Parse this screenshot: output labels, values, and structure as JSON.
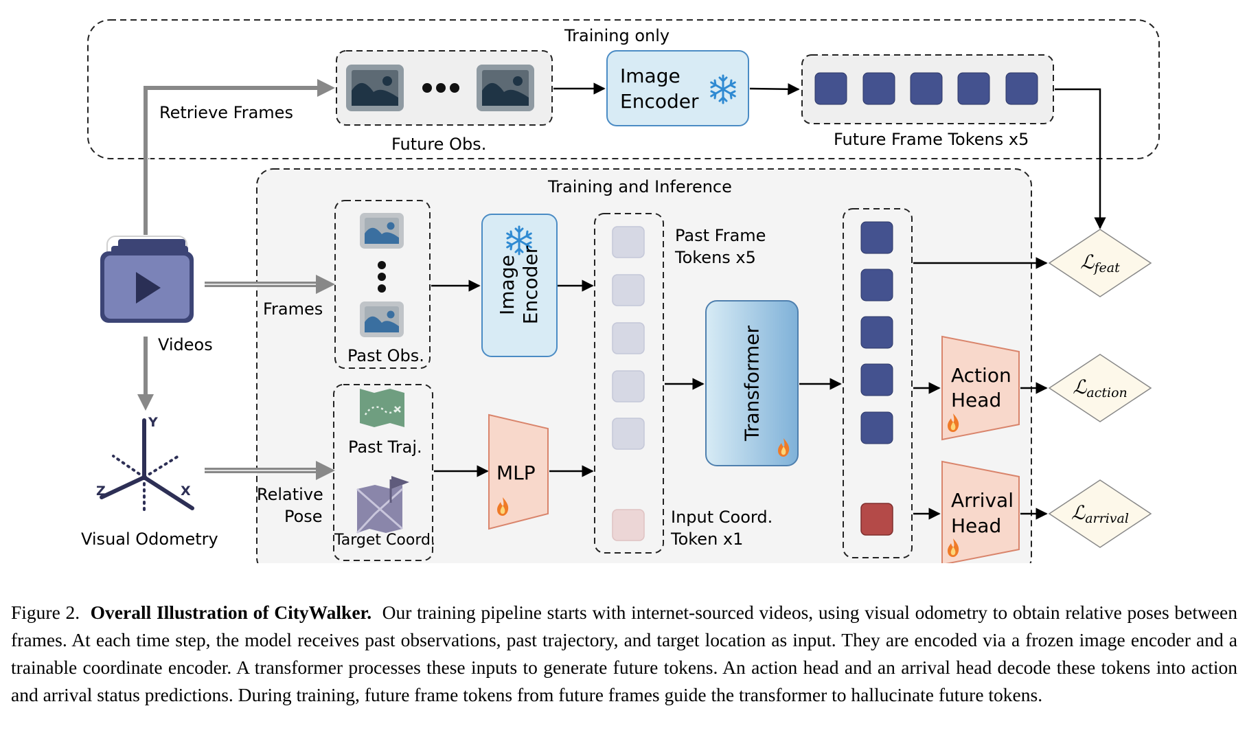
{
  "groups": {
    "training_only": "Training only",
    "training_inference": "Training and Inference"
  },
  "labels": {
    "retrieve_frames": "Retrieve Frames",
    "future_obs": "Future Obs.",
    "image_encoder_top": [
      "Image",
      "Encoder"
    ],
    "future_tokens": "Future Frame Tokens x5",
    "videos": "Videos",
    "frames": "Frames",
    "past_obs": "Past Obs.",
    "image_encoder_mid": [
      "Image",
      "Encoder"
    ],
    "past_frame_tokens": [
      "Past Frame",
      "Tokens x5"
    ],
    "transformer": "Transformer",
    "past_traj": "Past Traj.",
    "target_coord": "Target Coord.",
    "mlp": "MLP",
    "input_coord": [
      "Input Coord.",
      "Token x1"
    ],
    "relative_pose": [
      "Relative",
      "Pose"
    ],
    "visual_odometry": "Visual Odometry",
    "action_head": [
      "Action",
      "Head"
    ],
    "arrival_head": [
      "Arrival",
      "Head"
    ],
    "axis_y": "Y",
    "axis_z": "Z",
    "axis_x": "X"
  },
  "losses": {
    "symbol": "ℒ",
    "feat": "feat",
    "action": "action",
    "arrival": "arrival"
  },
  "caption": {
    "figure": "Figure 2.",
    "title": "Overall Illustration of CityWalker.",
    "text": "Our training pipeline starts with internet-sourced videos, using visual odometry to obtain relative poses between frames. At each time step, the model receives past observations, past trajectory, and target location as input. They are encoded via a frozen image encoder and a trainable coordinate encoder. A transformer processes these inputs to generate future tokens. An action head and an arrival head decode these tokens into action and arrival status predictions. During training, future frame tokens from future frames guide the transformer to hallucinate future tokens."
  },
  "colors": {
    "token_blue": "#44528f",
    "token_red": "#b44a48",
    "token_faded": "#d6d8e4",
    "token_faded_red": "#ecd6d6",
    "encoder_fill": "#d8ebf5",
    "head_fill": "#f8d8cb",
    "loss_fill": "#fdf8ea"
  }
}
